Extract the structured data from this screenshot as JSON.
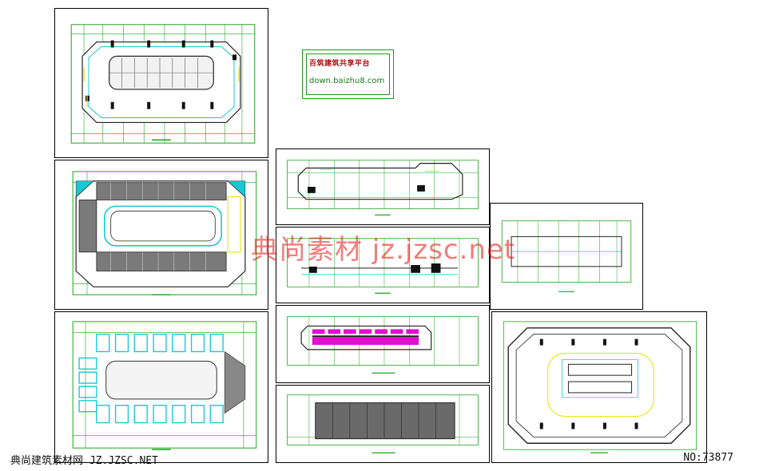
{
  "logo": {
    "title": "百筑建筑共享平台",
    "url": "down.baizhu8.com"
  },
  "watermark": {
    "text": "典尚素材 jz.jzsc.net"
  },
  "footer": {
    "left_text": "典尚建筑素材网 JZ.JZSC.NET",
    "right_text": "NO:73877"
  },
  "colors": {
    "sheet_border": "#000000",
    "cad_green": "#1fa21f",
    "cad_cyan": "#19c8d2",
    "cad_yellow": "#e8e000",
    "cad_magenta": "#e010d0",
    "cad_dark": "#222222",
    "watermark": "#e11414"
  }
}
